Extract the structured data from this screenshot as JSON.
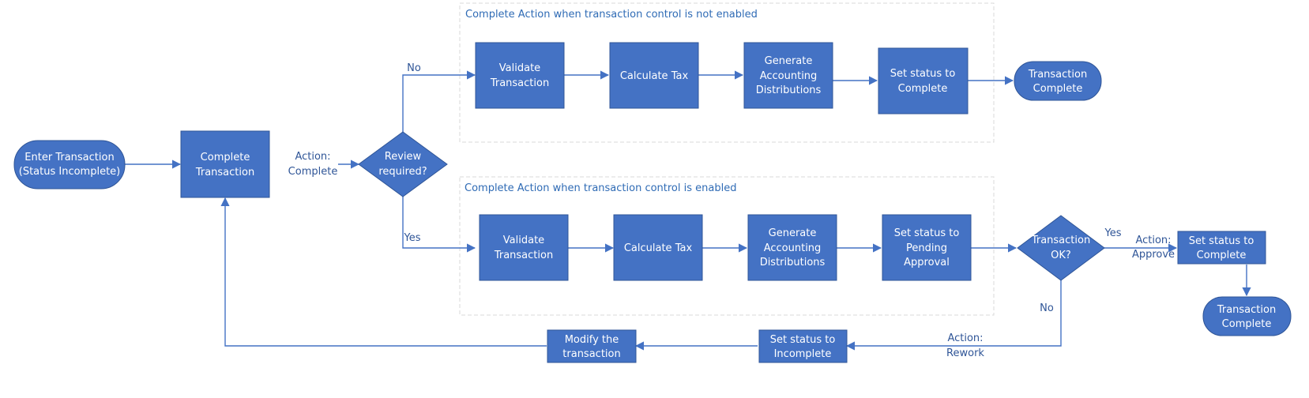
{
  "colors": {
    "node_fill": "#4472c4",
    "node_stroke": "#2f5597",
    "edge": "#4472c4",
    "label_text": "#2f5597",
    "group_border": "#d9d9d9"
  },
  "groups": {
    "not_enabled": {
      "title": "Complete Action when transaction control is not enabled"
    },
    "enabled": {
      "title": "Complete Action when transaction control is enabled"
    }
  },
  "nodes": {
    "enter": {
      "line1": "Enter Transaction",
      "line2": "(Status Incomplete)"
    },
    "complete": {
      "line1": "Complete",
      "line2": "Transaction"
    },
    "review": {
      "line1": "Review",
      "line2": "required?"
    },
    "top_validate": {
      "line1": "Validate",
      "line2": "Transaction"
    },
    "top_tax": {
      "line1": "Calculate Tax"
    },
    "top_generate": {
      "line1": "Generate",
      "line2": "Accounting",
      "line3": "Distributions"
    },
    "top_status": {
      "line1": "Set status to",
      "line2": "Complete"
    },
    "top_done": {
      "line1": "Transaction",
      "line2": "Complete"
    },
    "bot_validate": {
      "line1": "Validate",
      "line2": "Transaction"
    },
    "bot_tax": {
      "line1": "Calculate Tax"
    },
    "bot_generate": {
      "line1": "Generate",
      "line2": "Accounting",
      "line3": "Distributions"
    },
    "bot_status": {
      "line1": "Set status to",
      "line2": "Pending",
      "line3": "Approval"
    },
    "txn_ok": {
      "line1": "Transaction",
      "line2": "OK?"
    },
    "approve_status": {
      "line1": "Set status to",
      "line2": "Complete"
    },
    "approve_done": {
      "line1": "Transaction",
      "line2": "Complete"
    },
    "incomplete_status": {
      "line1": "Set status to",
      "line2": "Incomplete"
    },
    "modify": {
      "line1": "Modify the",
      "line2": "transaction"
    }
  },
  "edge_labels": {
    "action_complete": {
      "line1": "Action:",
      "line2": "Complete"
    },
    "review_no": "No",
    "review_yes": "Yes",
    "ok_yes": "Yes",
    "action_approve": {
      "line1": "Action:",
      "line2": "Approve"
    },
    "ok_no": "No",
    "action_rework": {
      "line1": "Action:",
      "line2": "Rework"
    }
  }
}
